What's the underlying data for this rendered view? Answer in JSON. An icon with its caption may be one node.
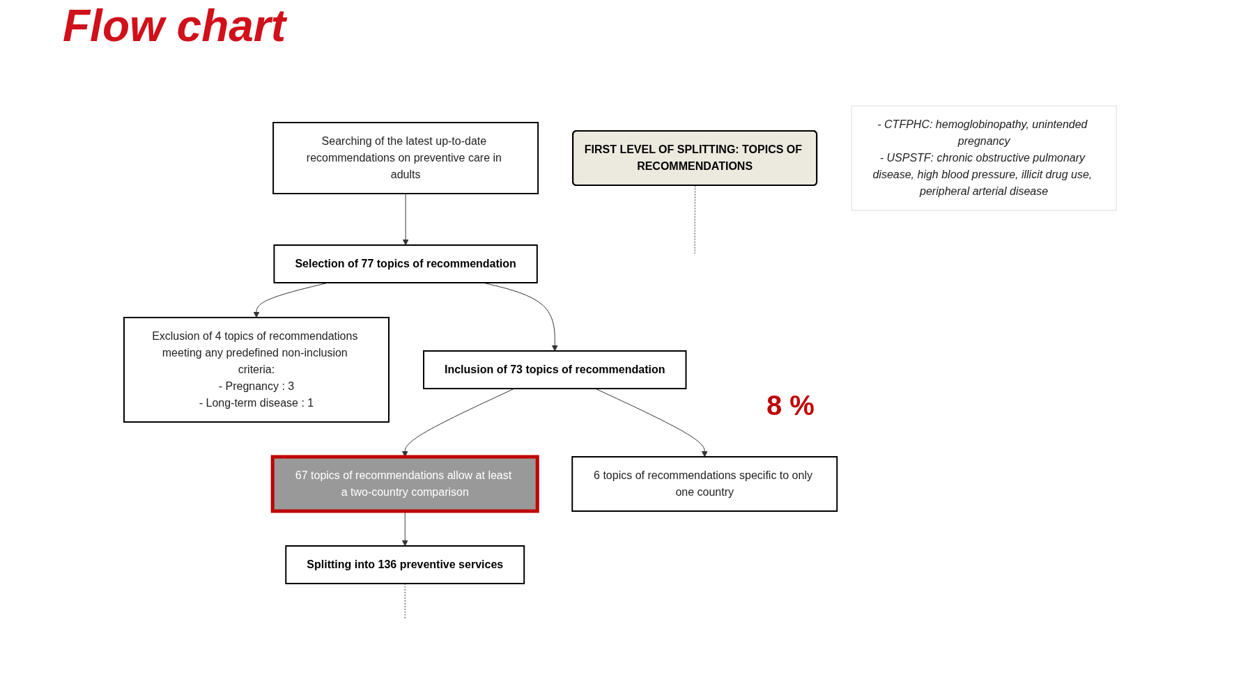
{
  "diagram": {
    "title": "Flow chart",
    "nodes": [
      {
        "text": [
          "Searching of the latest up-to-date recommendations on preventive care in adults"
        ]
      },
      {
        "text": [
          "FIRST LEVEL OF SPLITTING: TOPICS OF RECOMMENDATIONS"
        ]
      },
      {
        "text": [
          "Selection of 77 topics of recommendation"
        ]
      },
      {
        "text": [
          "Exclusion of 4 topics of recommendations meeting any predefined non-inclusion criteria:",
          "- Pregnancy : 3",
          "- Long-term disease : 1"
        ]
      },
      {
        "text": [
          "Inclusion of 73 topics of recommendation"
        ]
      },
      {
        "text": [
          "67 topics of recommendations allow at least a two-country comparison"
        ]
      },
      {
        "text": [
          "6 topics of recommendations specific to only one country"
        ]
      },
      {
        "text": [
          "- CTFPHC: hemoglobinopathy, unintended pregnancy",
          "- USPSTF: chronic obstructive pulmonary disease, high blood pressure, illicit drug use, peripheral arterial disease"
        ]
      },
      {
        "text": [
          "Splitting into 136 preventive services"
        ]
      }
    ],
    "edges": [
      {
        "from": 0,
        "to": 2,
        "arrow": "to"
      },
      {
        "from": 1,
        "to": null,
        "arrow": "none",
        "style": "dashed"
      },
      {
        "from": 2,
        "to": 3,
        "arrow": "to"
      },
      {
        "from": 2,
        "to": 4,
        "arrow": "to"
      },
      {
        "from": 4,
        "to": 5,
        "arrow": "to"
      },
      {
        "from": 4,
        "to": 6,
        "arrow": "to"
      },
      {
        "from": 5,
        "to": 8,
        "arrow": "to"
      },
      {
        "from": 8,
        "to": null,
        "arrow": "none",
        "style": "dashed"
      }
    ],
    "labels": [
      "8 %"
    ]
  }
}
